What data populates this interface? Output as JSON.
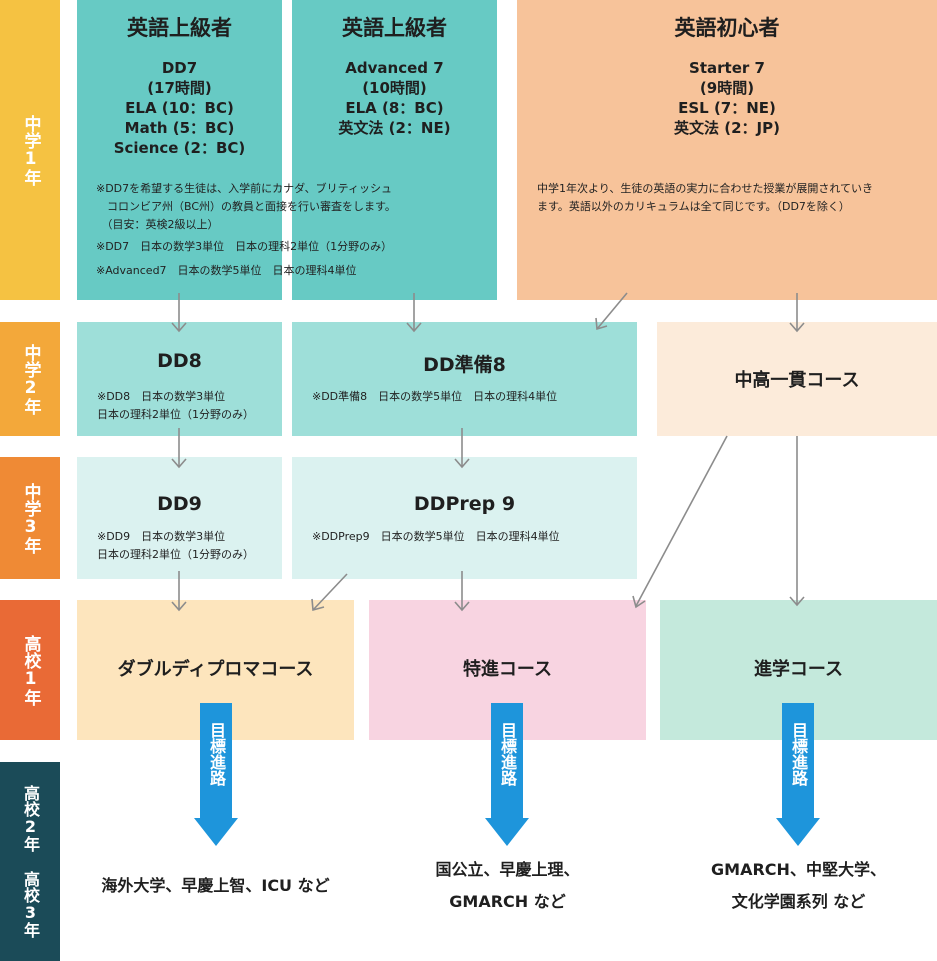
{
  "grades": [
    "中学1年",
    "中学2年",
    "中学3年",
    "高校1年",
    "高校2年 高校3年"
  ],
  "colors": {
    "g1": "#f5c242",
    "g2": "#f3a83a",
    "g3": "#ef8a35",
    "g4": "#e96a36",
    "g5": "#1b4b58",
    "teal": "#67cac4",
    "teal2": "#9edfd9",
    "teal3": "#dbf2f0",
    "orange": "#f7c39a",
    "peach": "#fcebda",
    "cream": "#fde5bd",
    "pink": "#f8d4e1",
    "mint": "#c4e9dc",
    "blue": "#1e95db"
  },
  "row1": {
    "dd7": {
      "heading": "英語上級者",
      "lines": "DD7\n(17時間)\nELA (10：BC)\nMath (5：BC)\nScience (2：BC)",
      "note1": "※DD7を希望する生徒は、入学前にカナダ、ブリティッシュ\n　コロンビア州（BC州）の教員と面接を行い審査をします。\n　（目安：英検2級以上）",
      "note2": "※DD7　日本の数学3単位　日本の理科2単位（1分野のみ）",
      "note3": "※Advanced7　日本の数学5単位　日本の理科4単位"
    },
    "adv7": {
      "heading": "英語上級者",
      "lines": "Advanced 7\n(10時間)\nELA (8：BC)\n英文法 (2：NE)"
    },
    "starter": {
      "heading": "英語初心者",
      "lines": "Starter 7\n(9時間)\nESL (7：NE)\n英文法 (2：JP)",
      "note": "中学1年次より、生徒の英語の実力に合わせた授業が展開されていき\nます。英語以外のカリキュラムは全て同じです。（DD7を除く）"
    }
  },
  "row2": {
    "dd8": {
      "title": "DD8",
      "note": "※DD8　日本の数学3単位\n日本の理科2単位（1分野のみ）"
    },
    "ddprep8": {
      "title": "DD準備8",
      "note": "※DD準備8　日本の数学5単位　日本の理科4単位"
    },
    "ikkan": {
      "title": "中高一貫コース"
    }
  },
  "row3": {
    "dd9": {
      "title": "DD9",
      "note": "※DD9　日本の数学3単位\n日本の理科2単位（1分野のみ）"
    },
    "ddprep9": {
      "title": "DDPrep 9",
      "note": "※DDPrep9　日本の数学5単位　日本の理科4単位"
    }
  },
  "row4": {
    "double": {
      "title": "ダブルディプロマコース"
    },
    "tokushin": {
      "title": "特進コース"
    },
    "shingaku": {
      "title": "進学コース"
    }
  },
  "target_label": "目標進路",
  "destinations": {
    "d1": "海外大学、早慶上智、ICU など",
    "d2": "国公立、早慶上理、\nGMARCH など",
    "d3": "GMARCH、中堅大学、\n文化学園系列 など"
  }
}
